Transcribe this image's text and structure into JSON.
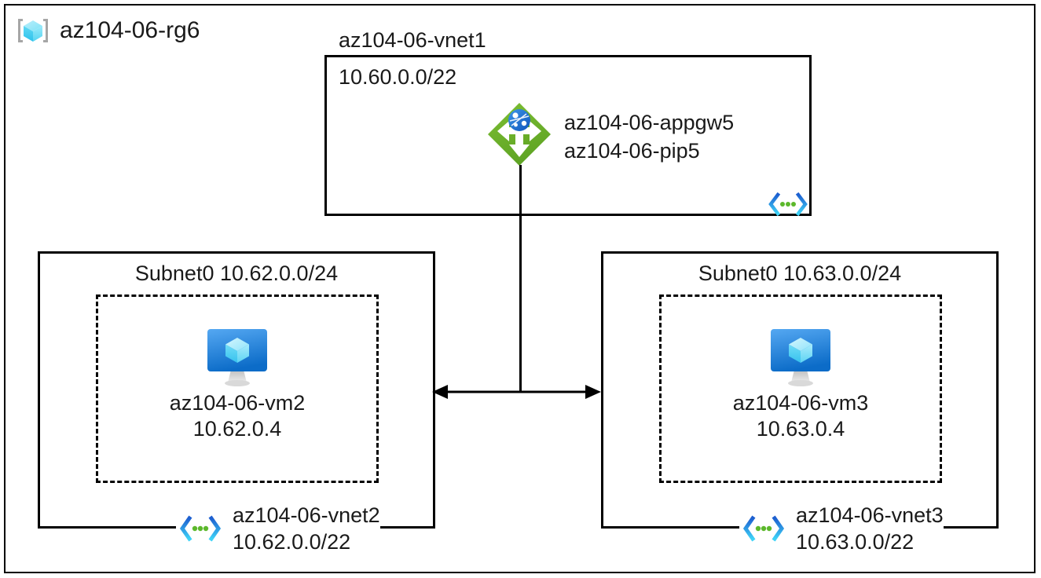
{
  "resource_group": {
    "name": "az104-06-rg6",
    "icon": "resource-group-cube-icon"
  },
  "vnet1": {
    "name": "az104-06-vnet1",
    "address_space": "10.60.0.0/22",
    "peering_icon": "vnet-peering-icon",
    "app_gateway": {
      "icon": "application-gateway-icon",
      "name": "az104-06-appgw5",
      "public_ip": "az104-06-pip5"
    }
  },
  "vnet2": {
    "subnet_title": "Subnet0 10.62.0.0/24",
    "vm": {
      "icon": "virtual-machine-icon",
      "name": "az104-06-vm2",
      "ip": "10.62.0.4"
    },
    "peering_icon": "vnet-peering-icon",
    "name": "az104-06-vnet2",
    "address_space": "10.62.0.0/22"
  },
  "vnet3": {
    "subnet_title": "Subnet0 10.63.0.0/24",
    "vm": {
      "icon": "virtual-machine-icon",
      "name": "az104-06-vm3",
      "ip": "10.63.0.4"
    },
    "peering_icon": "vnet-peering-icon",
    "name": "az104-06-vnet3",
    "address_space": "10.63.0.0/22"
  },
  "connectors": {
    "gateway_to_link_icon": "vertical-line-connector",
    "vnet2_vnet3_icon": "bidirectional-arrow-connector"
  },
  "colors": {
    "stroke": "#000000",
    "background": "#ffffff",
    "appgw_green": "#72B42A",
    "vm_blue_top": "#4FA3F0",
    "vm_blue_bottom": "#0E6FC8",
    "cube_cyan_light": "#9FE8FB",
    "cube_cyan": "#50D5F2",
    "peering_blue": "#1D5FD0",
    "peering_cyan": "#37C6F4",
    "peering_green": "#5CB82B",
    "rg_bracket_gray": "#A6A6A6"
  }
}
